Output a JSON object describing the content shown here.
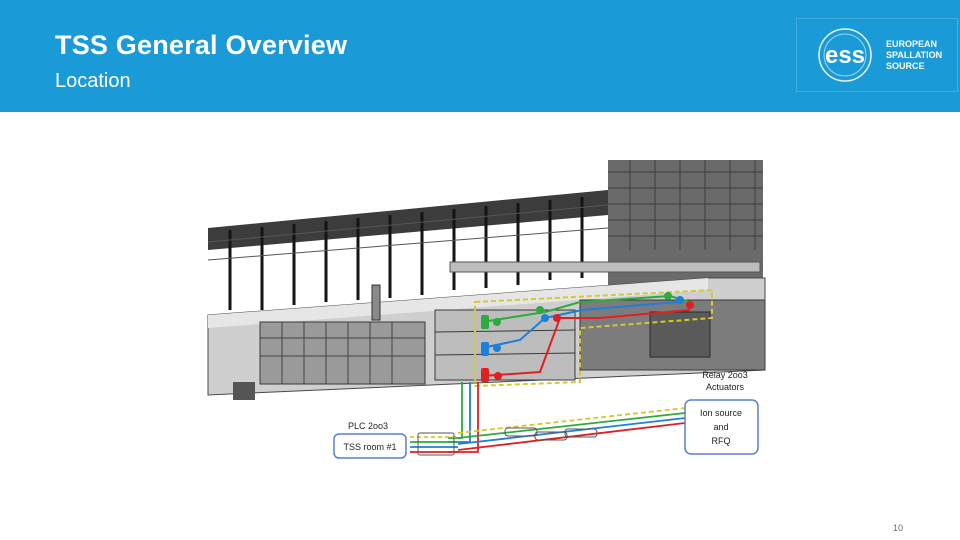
{
  "slide": {
    "title": "TSS General Overview",
    "subtitle": "Location",
    "page_number": "10"
  },
  "logo": {
    "mark": "ess",
    "lines": [
      "EUROPEAN",
      "SPALLATION",
      "SOURCE"
    ]
  },
  "diagram": {
    "labels": {
      "relay": "Relay 2oo3",
      "actuators": "Actuators",
      "plc": "PLC 2oo3",
      "tss_room": "TSS room #1",
      "ion_line1": "Ion source",
      "ion_line2": "and",
      "ion_line3": "RFQ"
    }
  },
  "colors": {
    "header": "#1a9ad6",
    "line_green": "#2eaa3c",
    "line_blue": "#1e7fd8",
    "line_red": "#e02020",
    "line_yellow": "#d6c832",
    "box_border": "#5b7fc8"
  }
}
